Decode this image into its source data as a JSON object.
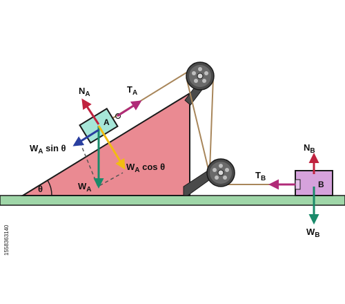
{
  "colors": {
    "incline": "#ea8a92",
    "incline_stroke": "#1a1a1a",
    "ground": "#9fd6a8",
    "block_a": "#a6e6d8",
    "block_b": "#d6a2dc",
    "rope": "#a8865a",
    "normal_arrow": "#c0233f",
    "tension_arrow": "#b02a78",
    "weight_arrow": "#1a8a6a",
    "sin_arrow": "#2a3fa0",
    "cos_arrow": "#f2bc12",
    "pulley": "#4a4a4a"
  },
  "block_a": {
    "label": "A"
  },
  "block_b": {
    "label": "B"
  },
  "angle": {
    "label": "θ"
  },
  "forces_a": {
    "normal": {
      "main": "N",
      "sub": "A"
    },
    "tension": {
      "main": "T",
      "sub": "A"
    },
    "weight": {
      "main": "W",
      "sub": "A"
    },
    "w_sin": {
      "main": "W",
      "sub": "A",
      "suffix": " sin θ"
    },
    "w_cos": {
      "main": "W",
      "sub": "A",
      "suffix": " cos θ"
    }
  },
  "forces_b": {
    "normal": {
      "main": "N",
      "sub": "B"
    },
    "tension": {
      "main": "T",
      "sub": "B"
    },
    "weight": {
      "main": "W",
      "sub": "B"
    }
  },
  "side_id": "1558363140",
  "icons": [
    "pulley-icon",
    "pulley-icon",
    "block-icon",
    "block-icon"
  ]
}
